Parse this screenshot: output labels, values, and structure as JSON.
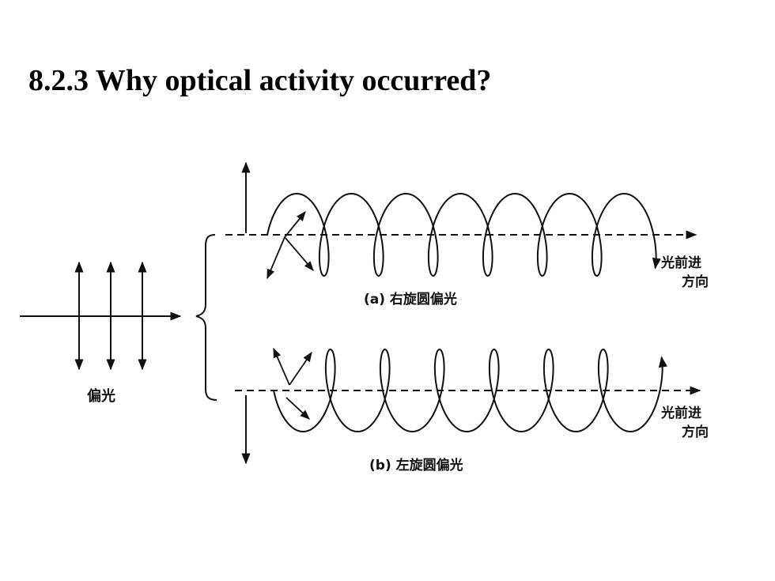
{
  "slide": {
    "title": "8.2.3 Why optical activity occurred?"
  },
  "diagram": {
    "polarized_light_label": "偏光",
    "top_caption": "(a) 右旋圆偏光",
    "bottom_caption": "(b) 左旋圆偏光",
    "direction_label_line1": "光前进",
    "direction_label_line2": "方向",
    "ink_color": "#111111"
  }
}
